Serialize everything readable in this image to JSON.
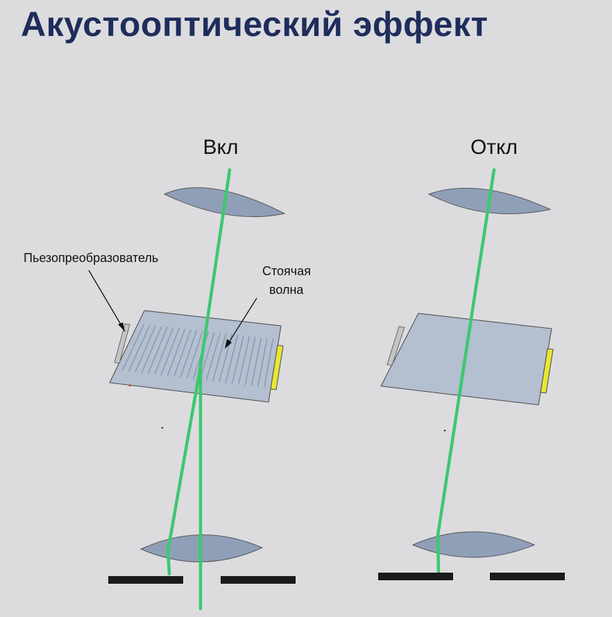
{
  "title": "Акустооптический эффект",
  "panels": {
    "on": {
      "label": "Вкл"
    },
    "off": {
      "label": "Откл"
    }
  },
  "annotations": {
    "transducer": "Пьезопреобразователь",
    "standing_wave_line1": "Стоячая",
    "standing_wave_line2": "волна"
  },
  "colors": {
    "title": "#1f2d5c",
    "background": "#dcdcdf",
    "lens": "#8f9fb8",
    "crystal": "#b4bfcf",
    "beam": "#3cc86e",
    "piezo_left": "#bdbdbd",
    "piezo_right": "#e6e633",
    "screen": "#1a1a1a",
    "wave": "#8494ad"
  }
}
